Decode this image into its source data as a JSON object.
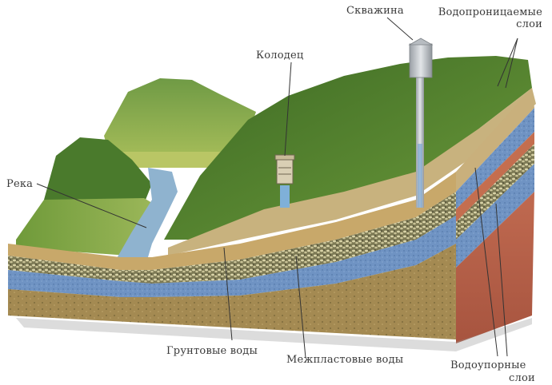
{
  "diagram": {
    "type": "geological cross-section",
    "subject": "groundwater layers"
  },
  "labels": {
    "well_bore": "Скважина",
    "permeable_line1": "Водопроницаемые",
    "permeable_line2": "слои",
    "dug_well": "Колодец",
    "river": "Река",
    "groundwater": "Грунтовые воды",
    "interstratal": "Межпластовые воды",
    "impermeable_line1": "Водоупорные",
    "impermeable_line2": "слои"
  },
  "colors": {
    "sky": "#ffffff",
    "grass_light": "#8fb44a",
    "grass_dark": "#3f6b25",
    "river": "#8fb3cf",
    "sandy_loam": "#c8a86a",
    "gravel": "#8a8a62",
    "aquifer_blue": "#6f93c3",
    "brown_soil": "#a0864f",
    "red_clay": "#b5614a",
    "well_metal": "#c9ccd0",
    "leader_line": "#333333",
    "label_text": "#3a3a3a"
  }
}
